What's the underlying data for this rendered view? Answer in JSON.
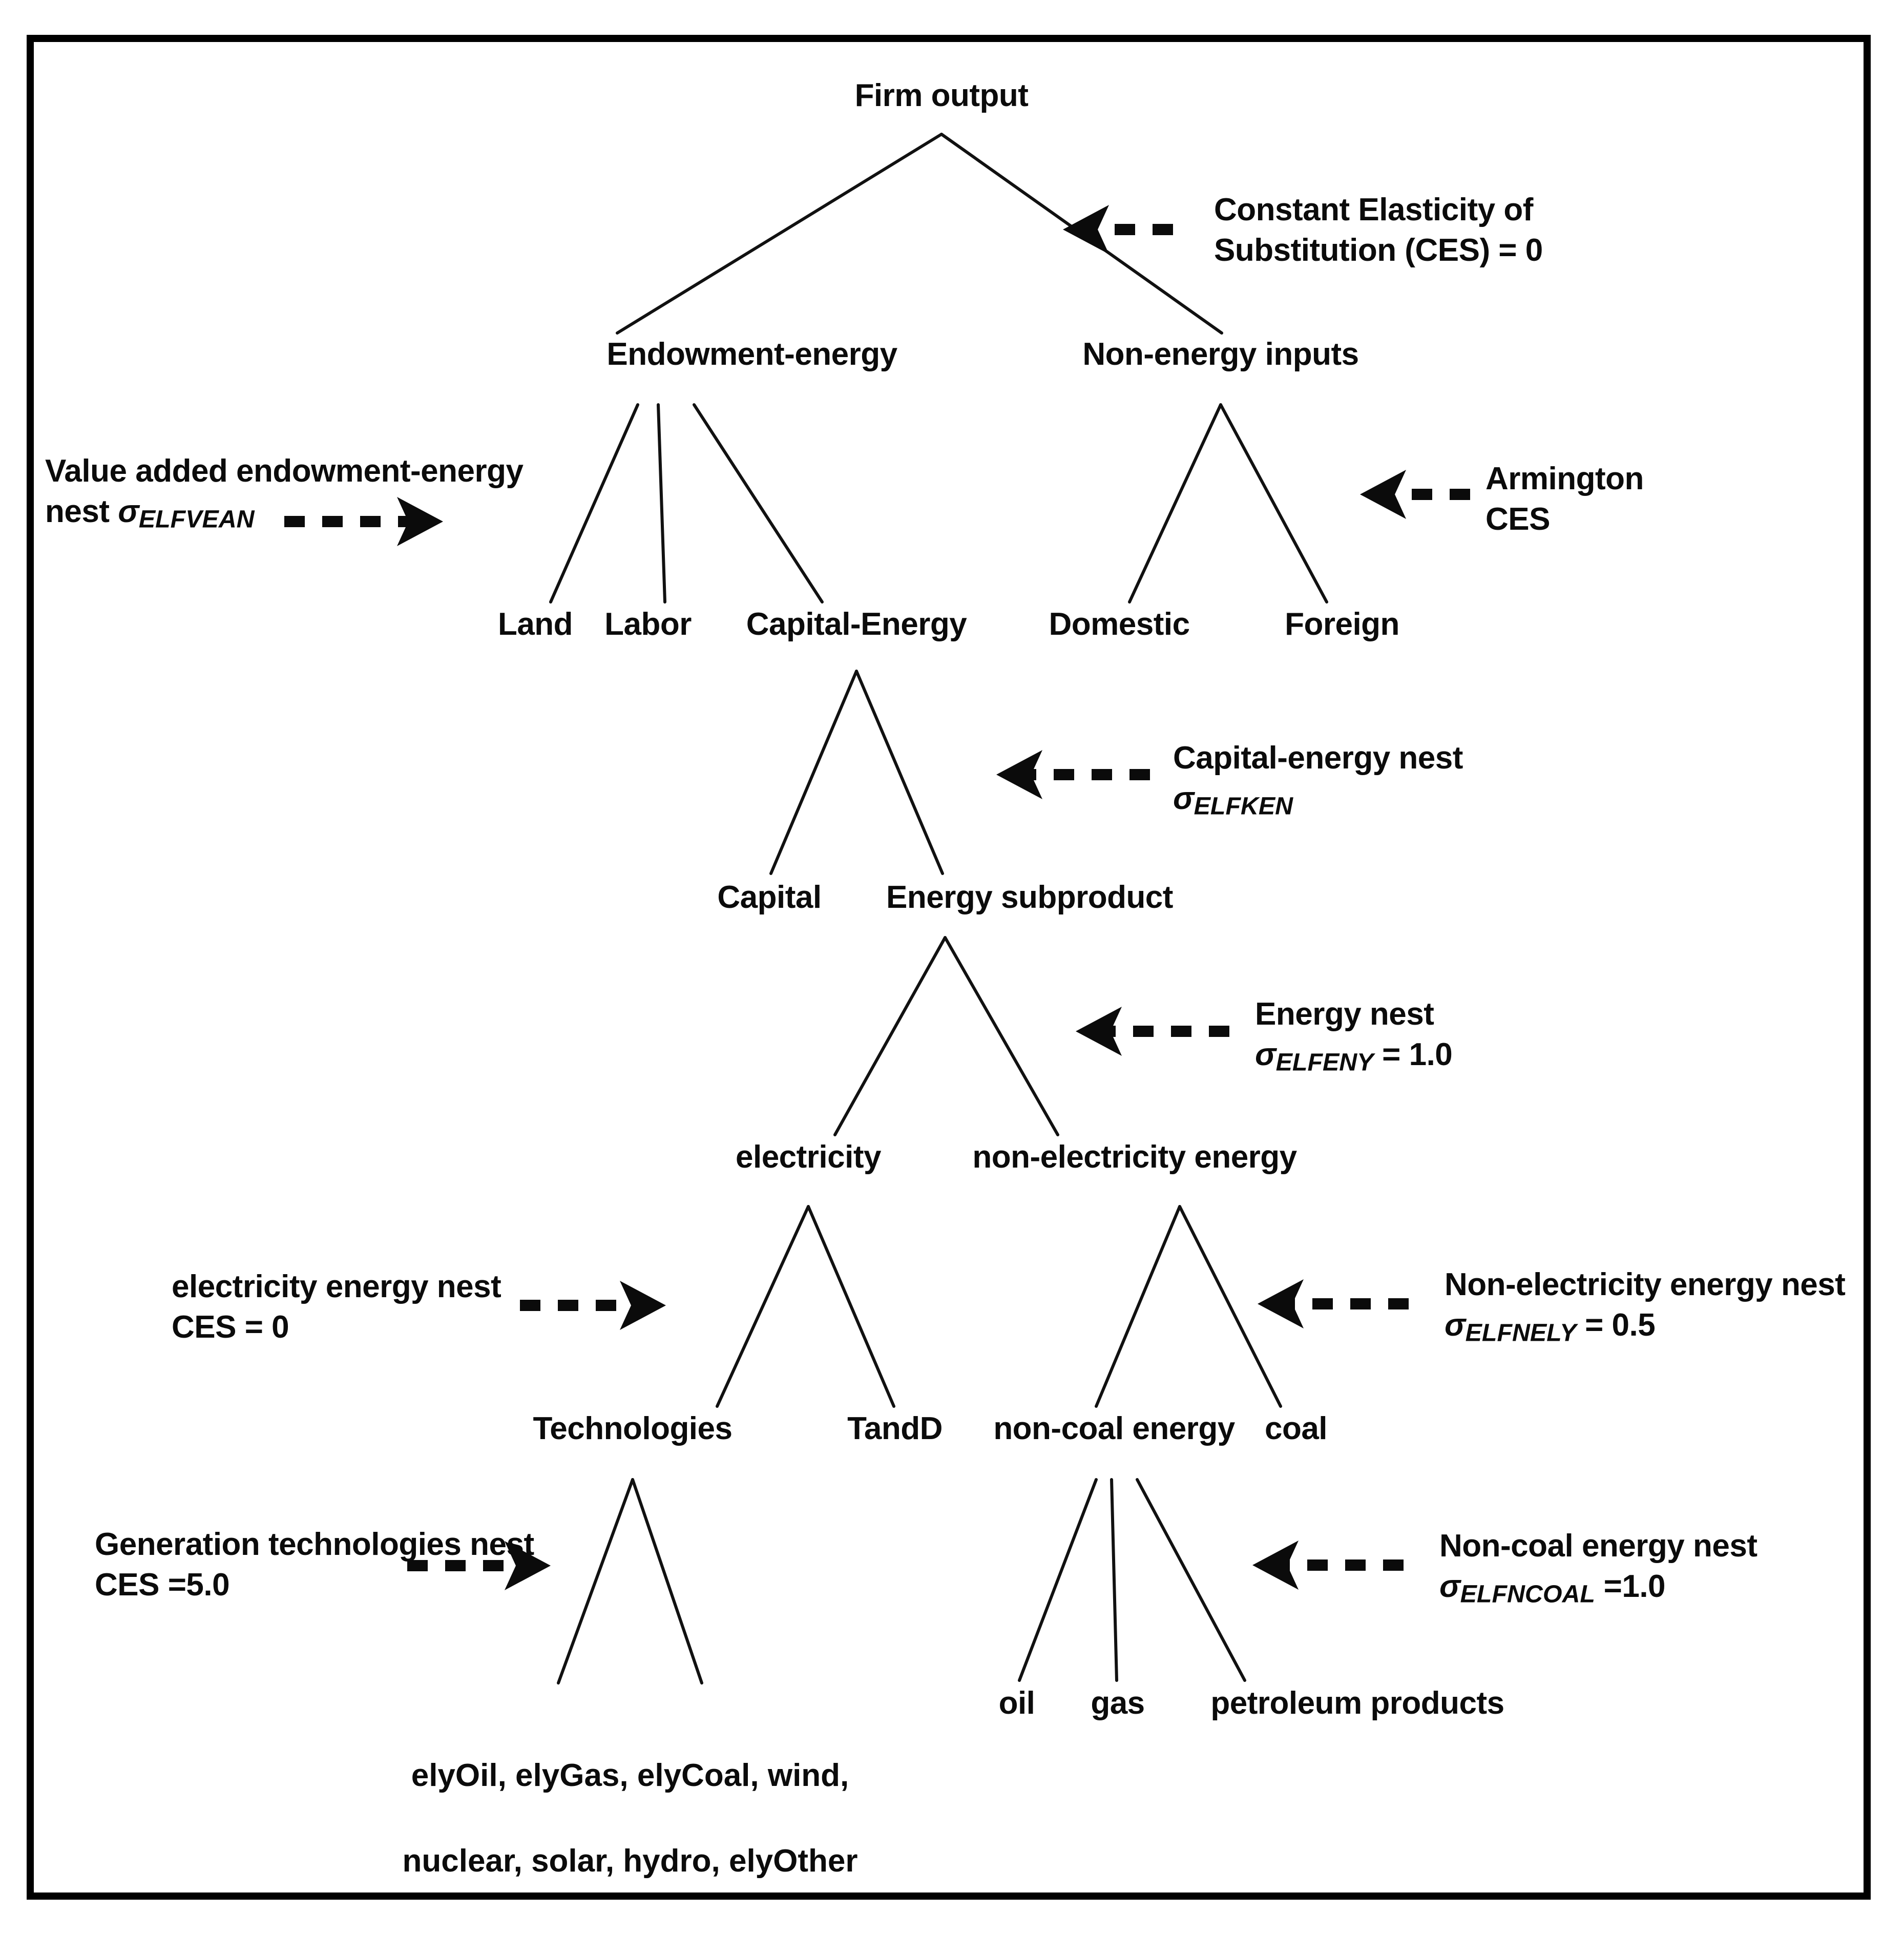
{
  "diagram": {
    "title_type": "nested-CES-production-tree",
    "border_color": "#000000",
    "line_color": "#111111",
    "text_color": "#0b0b0b"
  },
  "nodes": {
    "firm_output": "Firm output",
    "endowment_energy": "Endowment-energy",
    "non_energy_inputs": "Non-energy inputs",
    "land": "Land",
    "labor": "Labor",
    "capital_energy": "Capital-Energy",
    "domestic": "Domestic",
    "foreign": "Foreign",
    "capital": "Capital",
    "energy_subproduct": "Energy subproduct",
    "electricity": "electricity",
    "non_electricity_energy": "non-electricity energy",
    "technologies": "Technologies",
    "tandd": "TandD",
    "non_coal_energy": "non-coal energy",
    "coal": "coal",
    "oil": "oil",
    "gas": "gas",
    "petroleum_products": "petroleum products",
    "technology_list_line1": "elyOil, elyGas, elyCoal, wind,",
    "technology_list_line2": "nuclear, solar, hydro, elyOther"
  },
  "annotations": {
    "ces_root": {
      "line1": "Constant Elasticity of",
      "line2": "Substitution (CES) = 0",
      "arrow": "left"
    },
    "value_added": {
      "line1": "Value added endowment-energy",
      "line2_prefix": "nest ",
      "sigma": "σ",
      "subscript": "ELFVEAN",
      "arrow": "right"
    },
    "armington": {
      "line1": "Armington",
      "line2": "CES",
      "arrow": "left"
    },
    "capital_energy_nest": {
      "line1": "Capital-energy nest",
      "sigma": "σ",
      "subscript": "ELFKEN",
      "value": "",
      "arrow": "left"
    },
    "energy_nest": {
      "line1": "Energy nest",
      "sigma": "σ",
      "subscript": "ELFENY",
      "value": " = 1.0",
      "arrow": "left"
    },
    "electricity_nest": {
      "line1": "electricity energy nest",
      "line2": "CES = 0",
      "arrow": "right"
    },
    "non_electricity_nest": {
      "line1": "Non-electricity energy nest",
      "sigma": "σ",
      "subscript": "ELFNELY",
      "value": " = 0.5",
      "arrow": "left"
    },
    "generation_nest": {
      "line1": "Generation technologies  nest",
      "line2": "CES =5.0",
      "arrow": "right"
    },
    "non_coal_nest": {
      "line1": "Non-coal energy nest",
      "sigma": "σ",
      "subscript": "ELFNCOAL",
      "value": " =1.0",
      "arrow": "left"
    }
  },
  "tree_edges": [
    {
      "from": "firm_output",
      "to": "endowment_energy"
    },
    {
      "from": "firm_output",
      "to": "non_energy_inputs"
    },
    {
      "from": "endowment_energy",
      "to": "land"
    },
    {
      "from": "endowment_energy",
      "to": "labor"
    },
    {
      "from": "endowment_energy",
      "to": "capital_energy"
    },
    {
      "from": "non_energy_inputs",
      "to": "domestic"
    },
    {
      "from": "non_energy_inputs",
      "to": "foreign"
    },
    {
      "from": "capital_energy",
      "to": "capital"
    },
    {
      "from": "capital_energy",
      "to": "energy_subproduct"
    },
    {
      "from": "energy_subproduct",
      "to": "electricity"
    },
    {
      "from": "energy_subproduct",
      "to": "non_electricity_energy"
    },
    {
      "from": "electricity",
      "to": "technologies"
    },
    {
      "from": "electricity",
      "to": "tandd"
    },
    {
      "from": "non_electricity_energy",
      "to": "non_coal_energy"
    },
    {
      "from": "non_electricity_energy",
      "to": "coal"
    },
    {
      "from": "technologies",
      "to": "technology_list"
    },
    {
      "from": "non_coal_energy",
      "to": "oil"
    },
    {
      "from": "non_coal_energy",
      "to": "gas"
    },
    {
      "from": "non_coal_energy",
      "to": "petroleum_products"
    }
  ]
}
